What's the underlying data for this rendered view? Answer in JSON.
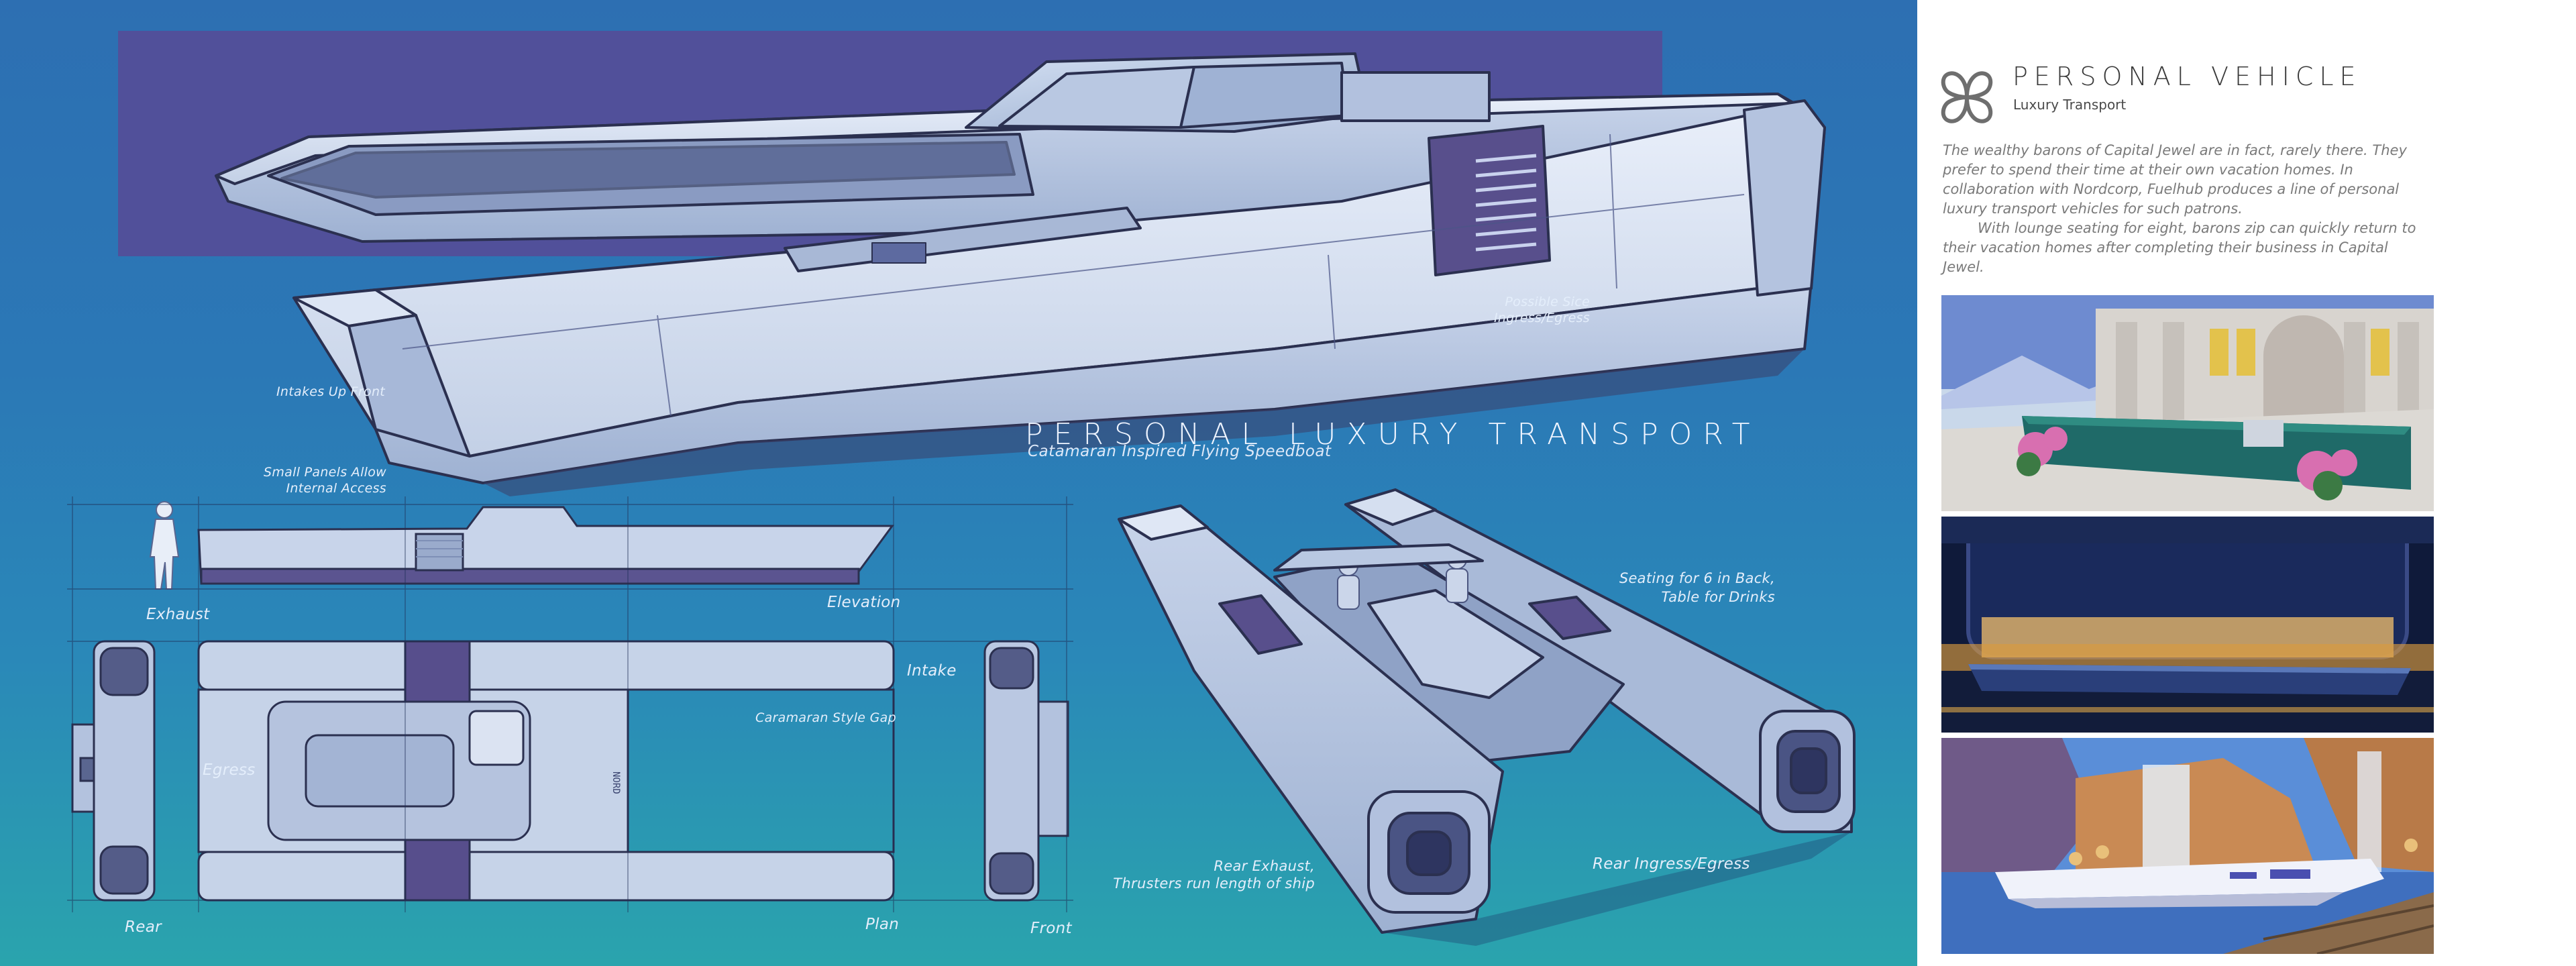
{
  "panel": {
    "logo_icon": "four-petal-emblem-icon",
    "title": "PERSONAL VEHICLE",
    "subtitle": "Luxury Transport",
    "description": [
      "The wealthy barons of Capital Jewel are in fact, rarely there. They prefer to spend their time at their own vacation homes. In collaboration with Nordcorp, Fuelhub produces a line of personal luxury transport vehicles for such patrons.",
      "With lounge seating for eight, barons zip can quickly return to their vacation homes after completing their business in Capital Jewel."
    ],
    "thumbnails": [
      {
        "icon": "palace-courtyard-scene"
      },
      {
        "icon": "night-hangar-scene"
      },
      {
        "icon": "canyon-waterfall-dock-scene"
      }
    ]
  },
  "sheet": {
    "title": "PERSONAL LUXURY TRANSPORT",
    "subtitle": "Catamaran Inspired Flying Speedboat",
    "callouts": {
      "intakes_up_front": "Intakes Up Front",
      "side_ingress_1": "Possible Sice",
      "side_ingress_2": "Ingress/Egress",
      "small_panels_1": "Small Panels Allow",
      "small_panels_2": "Internal Access",
      "exhaust": "Exhaust",
      "elevation": "Elevation",
      "intake": "Intake",
      "catamaran_gap": "Caramaran Style Gap",
      "egress": "Egress",
      "rear": "Rear",
      "plan": "Plan",
      "front": "Front",
      "seating_1": "Seating for 6 in Back,",
      "seating_2": "Table for Drinks",
      "rear_exhaust_1": "Rear Exhaust,",
      "rear_exhaust_2": "Thrusters run length of ship",
      "rear_ingress": "Rear Ingress/Egress"
    },
    "hull_marking": "NORD",
    "colors": {
      "hull": "#c6d3e8",
      "hull_shadow": "#8fa2c6",
      "accent": "#584f8c",
      "backdrop": "#5c4d9a",
      "line": "#2b3050"
    }
  }
}
